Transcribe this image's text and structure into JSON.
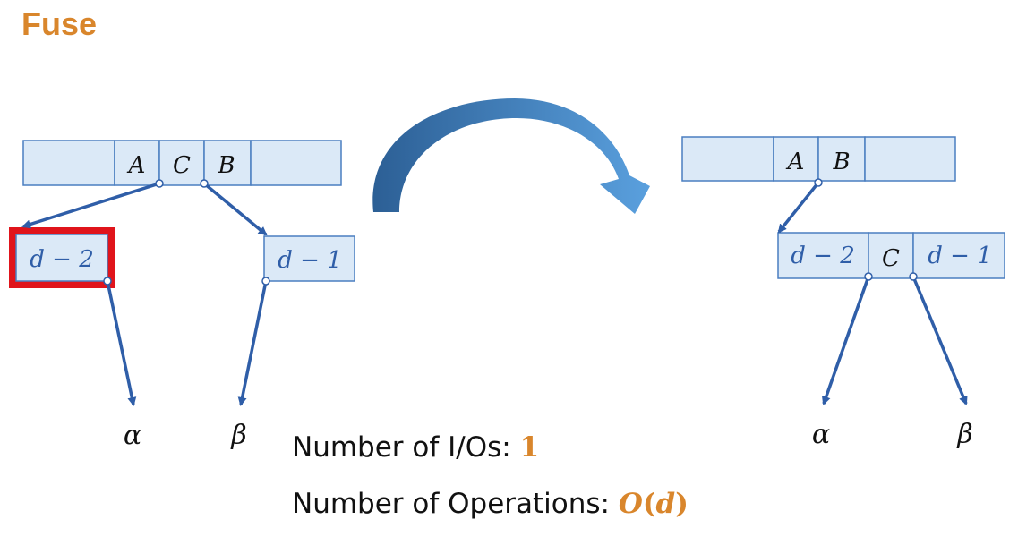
{
  "title": "Fuse",
  "before": {
    "parent_node": {
      "cells": [
        "",
        "A",
        "C",
        "B",
        ""
      ]
    },
    "left_child": {
      "label": "d − 2",
      "highlighted": true,
      "highlight_color": "#e0141b"
    },
    "right_child": {
      "label": "d − 1"
    },
    "leaf_left": "α",
    "leaf_right": "β"
  },
  "after": {
    "parent_node": {
      "cells": [
        "",
        "A",
        "B",
        ""
      ]
    },
    "fused_child": {
      "cells": [
        "d − 2",
        "C",
        "d − 1"
      ]
    },
    "leaf_left": "α",
    "leaf_right": "β"
  },
  "stats": {
    "ios_label": "Number of I/Os:",
    "ios_value": "1",
    "ops_label": "Number of Operations:",
    "ops_value_prefix": "O",
    "ops_value_paren_open": "(",
    "ops_value_var": "d",
    "ops_value_paren_close": ")"
  },
  "colors": {
    "title": "#d9862c",
    "node_fill": "#dbe9f7",
    "node_stroke": "#4a7ec0",
    "arrow": "#2f5ea8",
    "highlight": "#e0141b",
    "accent": "#d9862c"
  }
}
